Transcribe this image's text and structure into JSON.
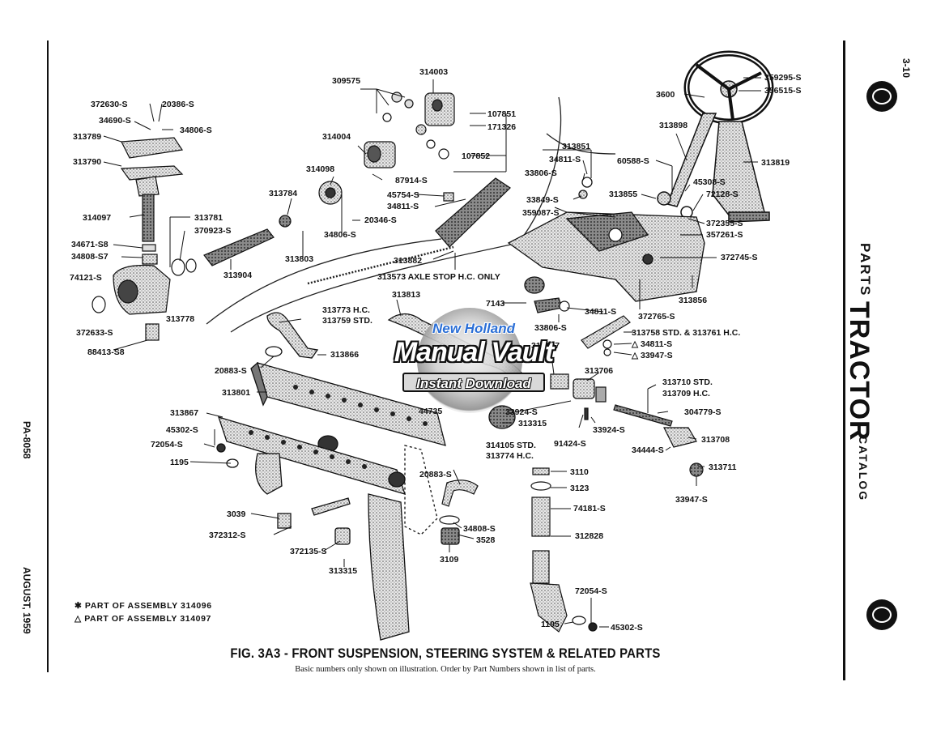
{
  "page": {
    "page_number": "3-10",
    "doc_code": "PA-8058",
    "date": "AUGUST, 1959"
  },
  "catalog": {
    "word1": "PARTS",
    "word2": "TRACTOR",
    "word3": "CATALOG"
  },
  "figure": {
    "title": "FIG. 3A3 - FRONT SUSPENSION, STEERING SYSTEM & RELATED PARTS",
    "subtitle": "Basic numbers only shown on illustration. Order by Part Numbers shown in list of parts."
  },
  "legend": [
    "✱ PART OF ASSEMBLY 314096",
    "△ PART OF ASSEMBLY 314097"
  ],
  "watermark": {
    "top": "New Holland",
    "main": "Manual Vault",
    "bottom": "Instant Download"
  },
  "part_labels": [
    "372630-S",
    "20386-S",
    "34690-S",
    "34806-S",
    "313789",
    "313790",
    "314097",
    "313781",
    "370923-S",
    "34671-S8",
    "34808-S7",
    "74121-S",
    "372633-S",
    "313778",
    "88413-S8",
    "309575",
    "314003",
    "107851",
    "171326",
    "314004",
    "107852",
    "87914-S",
    "45754-S",
    "34811-S",
    "20346-S",
    "314098",
    "34806-S",
    "313784",
    "313803",
    "313904",
    "313882",
    "313573 AXLE STOP H.C. ONLY",
    "313773 H.C.",
    "313759 STD.",
    "313813",
    "313866",
    "20883-S",
    "313801",
    "313867",
    "45302-S",
    "72054-S",
    "1195",
    "3039",
    "372312-S",
    "372135-S",
    "313315",
    "7143",
    "313707",
    "44735",
    "313315",
    "314105 STD.",
    "313774 H.C.",
    "20883-S",
    "34808-S",
    "3528",
    "3109",
    "3110",
    "3123",
    "74181-S",
    "312828",
    "72054-S",
    "1195",
    "45302-S",
    "313706",
    "33924-S",
    "91424-S",
    "33924-S",
    "313710 STD.",
    "313709 H.C.",
    "304779-S",
    "313708",
    "34444-S",
    "313711",
    "33947-S",
    "313758 STD. & 313761 H.C.",
    "△ 34811-S",
    "△ 33947-S",
    "33806-S",
    "34811-S",
    "313851",
    "34811-S",
    "33806-S",
    "33849-S",
    "359087-S",
    "313855",
    "60588-S",
    "313898",
    "3600",
    "359295-S",
    "356515-S",
    "313819",
    "45308-S",
    "72128-S",
    "372355-S",
    "357261-S",
    "372745-S",
    "313856",
    "372765-S"
  ]
}
